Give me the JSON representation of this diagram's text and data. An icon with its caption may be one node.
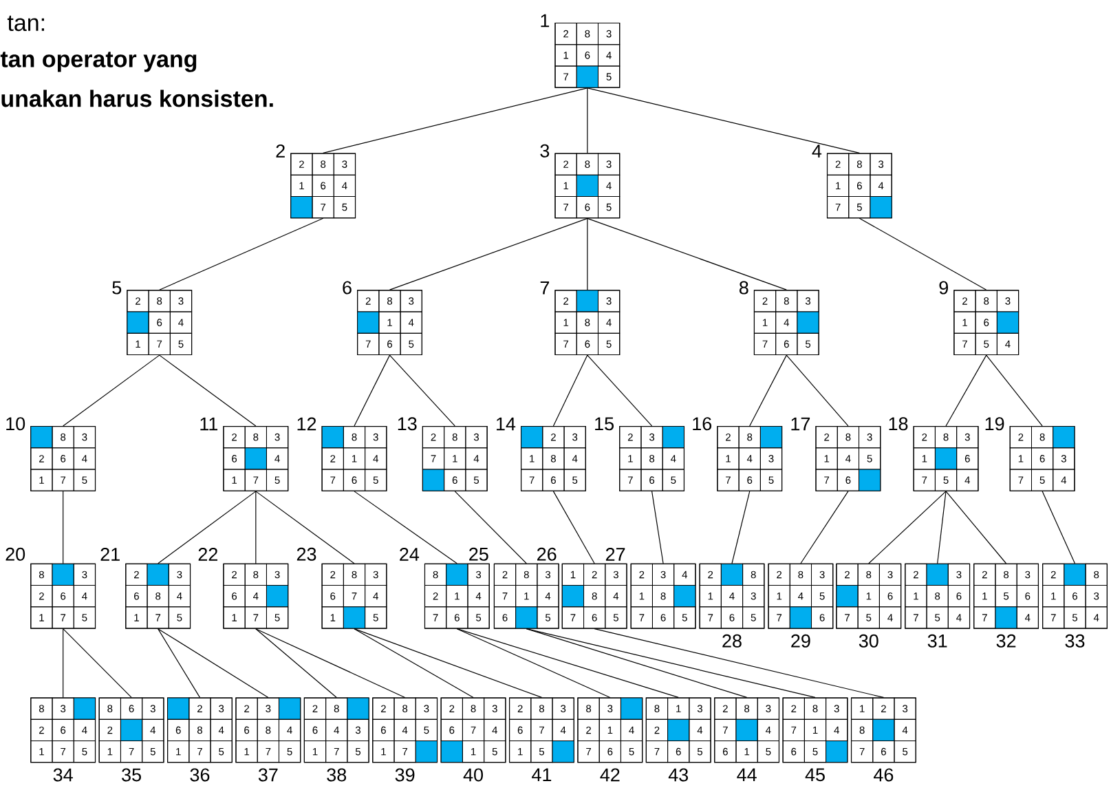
{
  "diagram": {
    "nodes": [
      {
        "text": [
          "1"
        ]
      },
      {
        "text": [
          "2"
        ],
        "in": 0
      },
      {
        "text": [
          "8"
        ],
        "in": 0
      },
      {
        "text": [
          "3"
        ],
        "in": 0
      },
      {
        "text": [
          "1"
        ],
        "in": 0
      },
      {
        "text": [
          "6"
        ],
        "in": 0
      },
      {
        "text": [
          "4"
        ],
        "in": 0
      },
      {
        "text": [
          "7"
        ],
        "in": 0
      },
      {
        "text": [],
        "shape": "box",
        "in": 0
      },
      {
        "text": [
          "5"
        ],
        "in": 0
      },
      {
        "text": [
          "2"
        ]
      },
      {
        "text": [
          "2"
        ],
        "in": 10
      },
      {
        "text": [
          "8"
        ],
        "in": 10
      },
      {
        "text": [
          "3"
        ],
        "in": 10
      },
      {
        "text": [
          "1"
        ],
        "in": 10
      },
      {
        "text": [
          "6"
        ],
        "in": 10
      },
      {
        "text": [
          "4"
        ],
        "in": 10
      },
      {
        "text": [],
        "shape": "box",
        "in": 10
      },
      {
        "text": [
          "7"
        ],
        "in": 10
      },
      {
        "text": [
          "5"
        ],
        "in": 10
      },
      {
        "text": [
          "3"
        ]
      },
      {
        "text": [
          "2"
        ],
        "in": 20
      },
      {
        "text": [
          "8"
        ],
        "in": 20
      },
      {
        "text": [
          "3"
        ],
        "in": 20
      },
      {
        "text": [
          "1"
        ],
        "in": 20
      },
      {
        "text": [],
        "shape": "box",
        "in": 20
      },
      {
        "text": [
          "4"
        ],
        "in": 20
      },
      {
        "text": [
          "7"
        ],
        "in": 20
      },
      {
        "text": [
          "6"
        ],
        "in": 20
      },
      {
        "text": [
          "5"
        ],
        "in": 20
      },
      {
        "text": [
          "4"
        ]
      },
      {
        "text": [
          "2"
        ],
        "in": 30
      },
      {
        "text": [
          "8"
        ],
        "in": 30
      },
      {
        "text": [
          "3"
        ],
        "in": 30
      },
      {
        "text": [
          "1"
        ],
        "in": 30
      },
      {
        "text": [
          "6"
        ],
        "in": 30
      },
      {
        "text": [
          "4"
        ],
        "in": 30
      },
      {
        "text": [
          "7"
        ],
        "in": 30
      },
      {
        "text": [
          "5"
        ],
        "in": 30
      },
      {
        "text": [],
        "shape": "box",
        "in": 30
      },
      {
        "text": [
          "5"
        ]
      },
      {
        "text": [
          "2"
        ],
        "in": 40
      },
      {
        "text": [
          "8"
        ],
        "in": 40
      },
      {
        "text": [
          "3"
        ],
        "in": 40
      },
      {
        "text": [],
        "shape": "box",
        "in": 40
      },
      {
        "text": [
          "6"
        ],
        "in": 40
      },
      {
        "text": [
          "4"
        ],
        "in": 40
      },
      {
        "text": [
          "1"
        ],
        "in": 40
      },
      {
        "text": [
          "7"
        ],
        "in": 40
      },
      {
        "text": [
          "5"
        ],
        "in": 40
      },
      {
        "text": [
          "6"
        ]
      },
      {
        "text": [
          "2"
        ],
        "in": 50
      },
      {
        "text": [
          "8"
        ],
        "in": 50
      },
      {
        "text": [
          "3"
        ],
        "in": 50
      },
      {
        "text": [],
        "shape": "box",
        "in": 50
      },
      {
        "text": [
          "1"
        ],
        "in": 50
      },
      {
        "text": [
          "4"
        ],
        "in": 50
      },
      {
        "text": [
          "7"
        ],
        "in": 50
      },
      {
        "text": [
          "6"
        ],
        "in": 50
      },
      {
        "text": [
          "5"
        ],
        "in": 50
      },
      {
        "text": [
          "7"
        ]
      },
      {
        "text": [
          "2"
        ],
        "in": 60
      },
      {
        "text": [],
        "shape": "box",
        "in": 60
      },
      {
        "text": [
          "3"
        ],
        "in": 60
      },
      {
        "text": [
          "1"
        ],
        "in": 60
      },
      {
        "text": [
          "8"
        ],
        "in": 60
      },
      {
        "text": [
          "4"
        ],
        "in": 60
      },
      {
        "text": [
          "7"
        ],
        "in": 60
      },
      {
        "text": [
          "6"
        ],
        "in": 60
      },
      {
        "text": [
          "5"
        ],
        "in": 60
      },
      {
        "text": [
          "8"
        ]
      },
      {
        "text": [
          "2"
        ],
        "in": 70
      },
      {
        "text": [
          "8"
        ],
        "in": 70
      },
      {
        "text": [
          "3"
        ],
        "in": 70
      },
      {
        "text": [
          "1"
        ],
        "in": 70
      },
      {
        "text": [
          "4"
        ],
        "in": 70
      },
      {
        "text": [],
        "shape": "box",
        "in": 70
      },
      {
        "text": [
          "7"
        ],
        "in": 70
      },
      {
        "text": [
          "6"
        ],
        "in": 70
      },
      {
        "text": [
          "5"
        ],
        "in": 70
      },
      {
        "text": [
          "9"
        ]
      },
      {
        "text": [
          "2"
        ],
        "in": 80
      },
      {
        "text": [
          "8"
        ],
        "in": 80
      },
      {
        "text": [
          "3"
        ],
        "in": 80
      },
      {
        "text": [
          "1"
        ],
        "in": 80
      },
      {
        "text": [
          "6"
        ],
        "in": 80
      },
      {
        "text": [],
        "shape": "box",
        "in": 80
      },
      {
        "text": [
          "7"
        ],
        "in": 80
      },
      {
        "text": [
          "5"
        ],
        "in": 80
      },
      {
        "text": [
          "4"
        ],
        "in": 80
      },
      {
        "text": [
          "10"
        ]
      },
      {
        "text": [],
        "shape": "box",
        "in": 90
      },
      {
        "text": [
          "8"
        ],
        "in": 90
      },
      {
        "text": [
          "3"
        ],
        "in": 90
      },
      {
        "text": [
          "2"
        ],
        "in": 90
      },
      {
        "text": [
          "6"
        ],
        "in": 90
      },
      {
        "text": [
          "4"
        ],
        "in": 90
      },
      {
        "text": [
          "1"
        ],
        "in": 90
      },
      {
        "text": [
          "7"
        ],
        "in": 90
      },
      {
        "text": [
          "5"
        ],
        "in": 90
      },
      {
        "text": [
          "11"
        ]
      },
      {
        "text": [
          "2"
        ],
        "in": 100
      },
      {
        "text": [
          "8"
        ],
        "in": 100
      },
      {
        "text": [
          "3"
        ],
        "in": 100
      },
      {
        "text": [
          "6"
        ],
        "in": 100
      },
      {
        "text": [],
        "shape": "box",
        "in": 100
      },
      {
        "text": [
          "4"
        ],
        "in": 100
      },
      {
        "text": [
          "1"
        ],
        "in": 100
      },
      {
        "text": [
          "7"
        ],
        "in": 100
      },
      {
        "text": [
          "5"
        ],
        "in": 100
      },
      {
        "text": [
          "12"
        ]
      },
      {
        "text": [],
        "shape": "box",
        "in": 110
      },
      {
        "text": [
          "8"
        ],
        "in": 110
      },
      {
        "text": [
          "3"
        ],
        "in": 110
      },
      {
        "text": [
          "2"
        ],
        "in": 110
      },
      {
        "text": [
          "1"
        ],
        "in": 110
      },
      {
        "text": [
          "4"
        ],
        "in": 110
      },
      {
        "text": [
          "7"
        ],
        "in": 110
      },
      {
        "text": [
          "6"
        ],
        "in": 110
      },
      {
        "text": [
          "5"
        ],
        "in": 110
      },
      {
        "text": [
          "13"
        ]
      },
      {
        "text": [
          "2"
        ],
        "in": 120
      },
      {
        "text": [
          "8"
        ],
        "in": 120
      },
      {
        "text": [
          "3"
        ],
        "in": 120
      },
      {
        "text": [
          "7"
        ],
        "in": 120
      },
      {
        "text": [
          "1"
        ],
        "in": 120
      },
      {
        "text": [
          "4"
        ],
        "in": 120
      },
      {
        "text": [],
        "shape": "box",
        "in": 120
      },
      {
        "text": [
          "6"
        ],
        "in": 120
      },
      {
        "text": [
          "5"
        ],
        "in": 120
      },
      {
        "text": [
          "14"
        ]
      },
      {
        "text": [],
        "shape": "box",
        "in": 130
      },
      {
        "text": [
          "2"
        ],
        "in": 130
      },
      {
        "text": [
          "3"
        ],
        "in": 130
      },
      {
        "text": [
          "1"
        ],
        "in": 130
      },
      {
        "text": [
          "8"
        ],
        "in": 130
      },
      {
        "text": [
          "4"
        ],
        "in": 130
      },
      {
        "text": [
          "7"
        ],
        "in": 130
      },
      {
        "text": [
          "6"
        ],
        "in": 130
      },
      {
        "text": [
          "5"
        ],
        "in": 130
      },
      {
        "text": [
          "15"
        ]
      },
      {
        "text": [
          "2"
        ],
        "in": 140
      },
      {
        "text": [
          "3"
        ],
        "in": 140
      },
      {
        "text": [],
        "shape": "box",
        "in": 140
      },
      {
        "text": [
          "1"
        ],
        "in": 140
      },
      {
        "text": [
          "8"
        ],
        "in": 140
      },
      {
        "text": [
          "4"
        ],
        "in": 140
      },
      {
        "text": [
          "7"
        ],
        "in": 140
      },
      {
        "text": [
          "6"
        ],
        "in": 140
      },
      {
        "text": [
          "5"
        ],
        "in": 140
      },
      {
        "text": [
          "16"
        ]
      },
      {
        "text": [
          "2"
        ],
        "in": 150
      },
      {
        "text": [
          "8"
        ],
        "in": 150
      },
      {
        "text": [],
        "shape": "box",
        "in": 150
      },
      {
        "text": [
          "1"
        ],
        "in": 150
      },
      {
        "text": [
          "4"
        ],
        "in": 150
      },
      {
        "text": [
          "3"
        ],
        "in": 150
      },
      {
        "text": [
          "7"
        ],
        "in": 150
      },
      {
        "text": [
          "6"
        ],
        "in": 150
      },
      {
        "text": [
          "5"
        ],
        "in": 150
      },
      {
        "text": [
          "17"
        ]
      },
      {
        "text": [
          "2"
        ],
        "in": 160
      },
      {
        "text": [
          "8"
        ],
        "in": 160
      },
      {
        "text": [
          "3"
        ],
        "in": 160
      },
      {
        "text": [
          "1"
        ],
        "in": 160
      },
      {
        "text": [
          "4"
        ],
        "in": 160
      },
      {
        "text": [
          "5"
        ],
        "in": 160
      },
      {
        "text": [
          "7"
        ],
        "in": 160
      },
      {
        "text": [
          "6"
        ],
        "in": 160
      },
      {
        "text": [],
        "shape": "box",
        "in": 160
      },
      {
        "text": [
          "18"
        ]
      },
      {
        "text": [
          "2"
        ],
        "in": 170
      },
      {
        "text": [
          "8"
        ],
        "in": 170
      },
      {
        "text": [
          "3"
        ],
        "in": 170
      },
      {
        "text": [
          "1"
        ],
        "in": 170
      },
      {
        "text": [],
        "shape": "box",
        "in": 170
      },
      {
        "text": [
          "6"
        ],
        "in": 170
      },
      {
        "text": [
          "7"
        ],
        "in": 170
      },
      {
        "text": [
          "5"
        ],
        "in": 170
      },
      {
        "text": [
          "4"
        ],
        "in": 170
      },
      {
        "text": [
          "19"
        ]
      },
      {
        "text": [
          "2"
        ],
        "in": 180
      },
      {
        "text": [
          "8"
        ],
        "in": 180
      },
      {
        "text": [],
        "shape": "box",
        "in": 180
      },
      {
        "text": [
          "1"
        ],
        "in": 180
      },
      {
        "text": [
          "6"
        ],
        "in": 180
      },
      {
        "text": [
          "3"
        ],
        "in": 180
      },
      {
        "text": [
          "7"
        ],
        "in": 180
      },
      {
        "text": [
          "5"
        ],
        "in": 180
      },
      {
        "text": [
          "4"
        ],
        "in": 180
      },
      {
        "text": [
          "20"
        ]
      },
      {
        "text": [
          "8"
        ],
        "in": 190
      },
      {
        "text": [],
        "shape": "box",
        "in": 190
      },
      {
        "text": [
          "3"
        ],
        "in": 190
      },
      {
        "text": [
          "2"
        ],
        "in": 190
      },
      {
        "text": [
          "6"
        ],
        "in": 190
      },
      {
        "text": [
          "4"
        ],
        "in": 190
      },
      {
        "text": [
          "1"
        ],
        "in": 190
      },
      {
        "text": [
          "7"
        ],
        "in": 190
      },
      {
        "text": [
          "5"
        ],
        "in": 190
      },
      {
        "text": [
          "21"
        ]
      },
      {
        "text": [
          "2"
        ],
        "in": 200
      },
      {
        "text": [],
        "shape": "box",
        "in": 200
      },
      {
        "text": [
          "3"
        ],
        "in": 200
      },
      {
        "text": [
          "6"
        ],
        "in": 200
      },
      {
        "text": [
          "8"
        ],
        "in": 200
      },
      {
        "text": [
          "4"
        ],
        "in": 200
      },
      {
        "text": [
          "1"
        ],
        "in": 200
      },
      {
        "text": [
          "7"
        ],
        "in": 200
      },
      {
        "text": [
          "5"
        ],
        "in": 200
      },
      {
        "text": [
          "22"
        ]
      },
      {
        "text": [
          "2"
        ],
        "in": 210
      },
      {
        "text": [
          "8"
        ],
        "in": 210
      },
      {
        "text": [
          "3"
        ],
        "in": 210
      },
      {
        "text": [
          "6"
        ],
        "in": 210
      },
      {
        "text": [
          "4"
        ],
        "in": 210
      },
      {
        "text": [],
        "shape": "box",
        "in": 210
      },
      {
        "text": [
          "1"
        ],
        "in": 210
      },
      {
        "text": [
          "7"
        ],
        "in": 210
      },
      {
        "text": [
          "5"
        ],
        "in": 210
      },
      {
        "text": [
          "23"
        ]
      },
      {
        "text": [
          "2"
        ],
        "in": 220
      },
      {
        "text": [
          "8"
        ],
        "in": 220
      },
      {
        "text": [
          "3"
        ],
        "in": 220
      },
      {
        "text": [
          "6"
        ],
        "in": 220
      },
      {
        "text": [
          "7"
        ],
        "in": 220
      },
      {
        "text": [
          "4"
        ],
        "in": 220
      },
      {
        "text": [
          "1"
        ],
        "in": 220
      },
      {
        "text": [],
        "shape": "box",
        "in": 220
      },
      {
        "text": [
          "5"
        ],
        "in": 220
      },
      {
        "text": [
          "24"
        ]
      },
      {
        "text": [
          "8"
        ],
        "in": 230
      },
      {
        "text": [],
        "shape": "box",
        "in": 230
      },
      {
        "text": [
          "3"
        ],
        "in": 230
      },
      {
        "text": [
          "2"
        ],
        "in": 230
      },
      {
        "text": [
          "1"
        ],
        "in": 230
      },
      {
        "text": [
          "4"
        ],
        "in": 230
      },
      {
        "text": [
          "7"
        ],
        "in": 230
      },
      {
        "text": [
          "6"
        ],
        "in": 230
      },
      {
        "text": [
          "5"
        ],
        "in": 230
      },
      {
        "text": [
          "25"
        ]
      },
      {
        "text": [
          "2"
        ],
        "in": 240
      },
      {
        "text": [
          "8"
        ],
        "in": 240
      },
      {
        "text": [
          "3"
        ],
        "in": 240
      },
      {
        "text": [
          "7"
        ],
        "in": 240
      },
      {
        "text": [
          "1"
        ],
        "in": 240
      },
      {
        "text": [
          "4"
        ],
        "in": 240
      },
      {
        "text": [
          "6"
        ],
        "in": 240
      },
      {
        "text": [],
        "shape": "box",
        "in": 240
      },
      {
        "text": [
          "5"
        ],
        "in": 240
      },
      {
        "text": [
          "26"
        ]
      },
      {
        "text": [
          "1"
        ],
        "in": 250
      },
      {
        "text": [
          "2"
        ],
        "in": 250
      },
      {
        "text": [
          "3"
        ],
        "in": 250
      },
      {
        "text": [],
        "shape": "box",
        "in": 250
      },
      {
        "text": [
          "8"
        ],
        "in": 250
      },
      {
        "text": [
          "4"
        ],
        "in": 250
      },
      {
        "text": [
          "7"
        ],
        "in": 250
      },
      {
        "text": [
          "6"
        ],
        "in": 250
      },
      {
        "text": [
          "5"
        ],
        "in": 250
      },
      {
        "text": [
          "27"
        ]
      },
      {
        "text": [
          "2"
        ],
        "in": 260
      },
      {
        "text": [
          "3"
        ],
        "in": 260
      },
      {
        "text": [
          "4"
        ],
        "in": 260
      },
      {
        "text": [
          "1"
        ],
        "in": 260
      },
      {
        "text": [
          "8"
        ],
        "in": 260
      },
      {
        "text": [],
        "shape": "box",
        "in": 260
      },
      {
        "text": [
          "7"
        ],
        "in": 260
      },
      {
        "text": [
          "6"
        ],
        "in": 260
      },
      {
        "text": [
          "5"
        ],
        "in": 260
      },
      {
        "text": [
          "28"
        ]
      },
      {
        "text": [
          "2"
        ],
        "in": 270
      },
      {
        "text": [],
        "shape": "box",
        "in": 270
      },
      {
        "text": [
          "8"
        ],
        "in": 270
      },
      {
        "text": [
          "1"
        ],
        "in": 270
      },
      {
        "text": [
          "4"
        ],
        "in": 270
      },
      {
        "text": [
          "3"
        ],
        "in": 270
      },
      {
        "text": [
          "7"
        ],
        "in": 270
      },
      {
        "text": [
          "6"
        ],
        "in": 270
      },
      {
        "text": [
          "5"
        ],
        "in": 270
      },
      {
        "text": [
          "29"
        ]
      },
      {
        "text": [
          "2"
        ],
        "in": 280
      },
      {
        "text": [
          "8"
        ],
        "in": 280
      },
      {
        "text": [
          "3"
        ],
        "in": 280
      },
      {
        "text": [
          "1"
        ],
        "in": 280
      },
      {
        "text": [
          "4"
        ],
        "in": 280
      },
      {
        "text": [
          "5"
        ],
        "in": 280
      },
      {
        "text": [
          "7"
        ],
        "in": 280
      },
      {
        "text": [],
        "shape": "box",
        "in": 280
      },
      {
        "text": [
          "6"
        ],
        "in": 280
      },
      {
        "text": [
          "30"
        ]
      },
      {
        "text": [
          "2"
        ],
        "in": 290
      },
      {
        "text": [
          "8"
        ],
        "in": 290
      },
      {
        "text": [
          "3"
        ],
        "in": 290
      },
      {
        "text": [],
        "shape": "box",
        "in": 290
      },
      {
        "text": [
          "1"
        ],
        "in": 290
      },
      {
        "text": [
          "6"
        ],
        "in": 290
      },
      {
        "text": [
          "7"
        ],
        "in": 290
      },
      {
        "text": [
          "5"
        ],
        "in": 290
      },
      {
        "text": [
          "4"
        ],
        "in": 290
      },
      {
        "text": [
          "31"
        ]
      },
      {
        "text": [
          "2"
        ],
        "in": 300
      },
      {
        "text": [],
        "shape": "box",
        "in": 300
      },
      {
        "text": [
          "3"
        ],
        "in": 300
      },
      {
        "text": [
          "1"
        ],
        "in": 300
      },
      {
        "text": [
          "8"
        ],
        "in": 300
      },
      {
        "text": [
          "6"
        ],
        "in": 300
      },
      {
        "text": [
          "7"
        ],
        "in": 300
      },
      {
        "text": [
          "5"
        ],
        "in": 300
      },
      {
        "text": [
          "4"
        ],
        "in": 300
      },
      {
        "text": [
          "32"
        ]
      },
      {
        "text": [
          "2"
        ],
        "in": 310
      },
      {
        "text": [
          "8"
        ],
        "in": 310
      },
      {
        "text": [
          "3"
        ],
        "in": 310
      },
      {
        "text": [
          "1"
        ],
        "in": 310
      },
      {
        "text": [
          "5"
        ],
        "in": 310
      },
      {
        "text": [
          "6"
        ],
        "in": 310
      },
      {
        "text": [
          "7"
        ],
        "in": 310
      },
      {
        "text": [],
        "shape": "box",
        "in": 310
      },
      {
        "text": [
          "4"
        ],
        "in": 310
      },
      {
        "text": [
          "33"
        ]
      },
      {
        "text": [
          "2"
        ],
        "in": 320
      },
      {
        "text": [],
        "shape": "box",
        "in": 320
      },
      {
        "text": [
          "8"
        ],
        "in": 320
      },
      {
        "text": [
          "1"
        ],
        "in": 320
      },
      {
        "text": [
          "6"
        ],
        "in": 320
      },
      {
        "text": [
          "3"
        ],
        "in": 320
      },
      {
        "text": [
          "7"
        ],
        "in": 320
      },
      {
        "text": [
          "5"
        ],
        "in": 320
      },
      {
        "text": [
          "4"
        ],
        "in": 320
      },
      {
        "text": [
          "34"
        ]
      },
      {
        "text": [
          "8"
        ],
        "in": 330
      },
      {
        "text": [
          "3"
        ],
        "in": 330
      },
      {
        "text": [],
        "shape": "box",
        "in": 330
      },
      {
        "text": [
          "2"
        ],
        "in": 330
      },
      {
        "text": [
          "6"
        ],
        "in": 330
      },
      {
        "text": [
          "4"
        ],
        "in": 330
      },
      {
        "text": [
          "1"
        ],
        "in": 330
      },
      {
        "text": [
          "7"
        ],
        "in": 330
      },
      {
        "text": [
          "5"
        ],
        "in": 330
      },
      {
        "text": [
          "35"
        ]
      },
      {
        "text": [
          "8"
        ],
        "in": 340
      },
      {
        "text": [
          "6"
        ],
        "in": 340
      },
      {
        "text": [
          "3"
        ],
        "in": 340
      },
      {
        "text": [
          "2"
        ],
        "in": 340
      },
      {
        "text": [],
        "shape": "box",
        "in": 340
      },
      {
        "text": [
          "4"
        ],
        "in": 340
      },
      {
        "text": [
          "1"
        ],
        "in": 340
      },
      {
        "text": [
          "7"
        ],
        "in": 340
      },
      {
        "text": [
          "5"
        ],
        "in": 340
      },
      {
        "text": [
          "36"
        ]
      },
      {
        "text": [],
        "shape": "box",
        "in": 350
      },
      {
        "text": [
          "2"
        ],
        "in": 350
      },
      {
        "text": [
          "3"
        ],
        "in": 350
      },
      {
        "text": [
          "6"
        ],
        "in": 350
      },
      {
        "text": [
          "8"
        ],
        "in": 350
      },
      {
        "text": [
          "4"
        ],
        "in": 350
      },
      {
        "text": [
          "1"
        ],
        "in": 350
      },
      {
        "text": [
          "7"
        ],
        "in": 350
      },
      {
        "text": [
          "5"
        ],
        "in": 350
      },
      {
        "text": [
          "37"
        ]
      },
      {
        "text": [
          "2"
        ],
        "in": 360
      },
      {
        "text": [
          "3"
        ],
        "in": 360
      },
      {
        "text": [],
        "shape": "box",
        "in": 360
      },
      {
        "text": [
          "6"
        ],
        "in": 360
      },
      {
        "text": [
          "8"
        ],
        "in": 360
      },
      {
        "text": [
          "4"
        ],
        "in": 360
      },
      {
        "text": [
          "1"
        ],
        "in": 360
      },
      {
        "text": [
          "7"
        ],
        "in": 360
      },
      {
        "text": [
          "5"
        ],
        "in": 360
      },
      {
        "text": [
          "38"
        ]
      },
      {
        "text": [
          "2"
        ],
        "in": 370
      },
      {
        "text": [
          "8"
        ],
        "in": 370
      },
      {
        "text": [],
        "shape": "box",
        "in": 370
      },
      {
        "text": [
          "6"
        ],
        "in": 370
      },
      {
        "text": [
          "4"
        ],
        "in": 370
      },
      {
        "text": [
          "3"
        ],
        "in": 370
      },
      {
        "text": [
          "1"
        ],
        "in": 370
      },
      {
        "text": [
          "7"
        ],
        "in": 370
      },
      {
        "text": [
          "5"
        ],
        "in": 370
      },
      {
        "text": [
          "39"
        ]
      },
      {
        "text": [
          "2"
        ],
        "in": 380
      },
      {
        "text": [
          "8"
        ],
        "in": 380
      },
      {
        "text": [
          "3"
        ],
        "in": 380
      },
      {
        "text": [
          "6"
        ],
        "in": 380
      },
      {
        "text": [
          "4"
        ],
        "in": 380
      },
      {
        "text": [
          "5"
        ],
        "in": 380
      },
      {
        "text": [
          "1"
        ],
        "in": 380
      },
      {
        "text": [
          "7"
        ],
        "in": 380
      },
      {
        "text": [],
        "shape": "box",
        "in": 380
      },
      {
        "text": [
          "40"
        ]
      },
      {
        "text": [
          "2"
        ],
        "in": 390
      },
      {
        "text": [
          "8"
        ],
        "in": 390
      },
      {
        "text": [
          "3"
        ],
        "in": 390
      },
      {
        "text": [
          "6"
        ],
        "in": 390
      },
      {
        "text": [
          "7"
        ],
        "in": 390
      },
      {
        "text": [
          "4"
        ],
        "in": 390
      },
      {
        "text": [],
        "shape": "box",
        "in": 390
      },
      {
        "text": [
          "1"
        ],
        "in": 390
      },
      {
        "text": [
          "5"
        ],
        "in": 390
      },
      {
        "text": [
          "41"
        ]
      },
      {
        "text": [
          "2"
        ],
        "in": 400
      },
      {
        "text": [
          "8"
        ],
        "in": 400
      },
      {
        "text": [
          "3"
        ],
        "in": 400
      },
      {
        "text": [
          "6"
        ],
        "in": 400
      },
      {
        "text": [
          "7"
        ],
        "in": 400
      },
      {
        "text": [
          "4"
        ],
        "in": 400
      },
      {
        "text": [
          "1"
        ],
        "in": 400
      },
      {
        "text": [
          "5"
        ],
        "in": 400
      },
      {
        "text": [],
        "shape": "box",
        "in": 400
      },
      {
        "text": [
          "42"
        ]
      },
      {
        "text": [
          "8"
        ],
        "in": 410
      },
      {
        "text": [
          "3"
        ],
        "in": 410
      },
      {
        "text": [],
        "shape": "box",
        "in": 410
      },
      {
        "text": [
          "2"
        ],
        "in": 410
      },
      {
        "text": [
          "1"
        ],
        "in": 410
      },
      {
        "text": [
          "4"
        ],
        "in": 410
      },
      {
        "text": [
          "7"
        ],
        "in": 410
      },
      {
        "text": [
          "6"
        ],
        "in": 410
      },
      {
        "text": [
          "5"
        ],
        "in": 410
      },
      {
        "text": [
          "43"
        ]
      },
      {
        "text": [
          "8"
        ],
        "in": 420
      },
      {
        "text": [
          "1"
        ],
        "in": 420
      },
      {
        "text": [
          "3"
        ],
        "in": 420
      },
      {
        "text": [
          "2"
        ],
        "in": 420
      },
      {
        "text": [],
        "shape": "box",
        "in": 420
      },
      {
        "text": [
          "4"
        ],
        "in": 420
      },
      {
        "text": [
          "7"
        ],
        "in": 420
      },
      {
        "text": [
          "6"
        ],
        "in": 420
      },
      {
        "text": [
          "5"
        ],
        "in": 420
      },
      {
        "text": [
          "44"
        ]
      },
      {
        "text": [
          "2"
        ],
        "in": 430
      },
      {
        "text": [
          "8"
        ],
        "in": 430
      },
      {
        "text": [
          "3"
        ],
        "in": 430
      },
      {
        "text": [
          "7"
        ],
        "in": 430
      },
      {
        "text": [],
        "shape": "box",
        "in": 430
      },
      {
        "text": [
          "4"
        ],
        "in": 430
      },
      {
        "text": [
          "6"
        ],
        "in": 430
      },
      {
        "text": [
          "1"
        ],
        "in": 430
      },
      {
        "text": [
          "5"
        ],
        "in": 430
      },
      {
        "text": [
          "45"
        ]
      },
      {
        "text": [
          "2"
        ],
        "in": 440
      },
      {
        "text": [
          "8"
        ],
        "in": 440
      },
      {
        "text": [
          "3"
        ],
        "in": 440
      },
      {
        "text": [
          "7"
        ],
        "in": 440
      },
      {
        "text": [
          "1"
        ],
        "in": 440
      },
      {
        "text": [
          "4"
        ],
        "in": 440
      },
      {
        "text": [
          "6"
        ],
        "in": 440
      },
      {
        "text": [
          "5"
        ],
        "in": 440
      },
      {
        "text": [],
        "shape": "box",
        "in": 440
      },
      {
        "text": [
          "46"
        ]
      },
      {
        "text": [
          "1"
        ],
        "in": 450
      },
      {
        "text": [
          "2"
        ],
        "in": 450
      },
      {
        "text": [
          "3"
        ],
        "in": 450
      },
      {
        "text": [
          "8"
        ],
        "in": 450
      },
      {
        "text": [],
        "shape": "box",
        "in": 450
      },
      {
        "text": [
          "4"
        ],
        "in": 450
      },
      {
        "text": [
          "7"
        ],
        "in": 450
      },
      {
        "text": [
          "6"
        ],
        "in": 450
      },
      {
        "text": [
          "5"
        ],
        "in": 450
      }
    ],
    "edges": [
      {
        "from": 0,
        "to": 10,
        "arrow": "none"
      },
      {
        "from": 0,
        "to": 20,
        "arrow": "none"
      },
      {
        "from": 0,
        "to": 30,
        "arrow": "none"
      },
      {
        "from": 10,
        "to": 40,
        "arrow": "none"
      },
      {
        "from": 20,
        "to": 50,
        "arrow": "none"
      },
      {
        "from": 20,
        "to": 60,
        "arrow": "none"
      },
      {
        "from": 20,
        "to": 70,
        "arrow": "none"
      },
      {
        "from": 30,
        "to": 80,
        "arrow": "none"
      },
      {
        "from": 40,
        "to": 90,
        "arrow": "none"
      },
      {
        "from": 40,
        "to": 100,
        "arrow": "none"
      },
      {
        "from": 50,
        "to": 110,
        "arrow": "none"
      },
      {
        "from": 50,
        "to": 120,
        "arrow": "none"
      },
      {
        "from": 60,
        "to": 130,
        "arrow": "none"
      },
      {
        "from": 60,
        "to": 140,
        "arrow": "none"
      },
      {
        "from": 70,
        "to": 150,
        "arrow": "none"
      },
      {
        "from": 70,
        "to": 160,
        "arrow": "none"
      },
      {
        "from": 80,
        "to": 170,
        "arrow": "none"
      },
      {
        "from": 80,
        "to": 180,
        "arrow": "none"
      },
      {
        "from": 90,
        "to": 190,
        "arrow": "none"
      },
      {
        "from": 100,
        "to": 200,
        "arrow": "none"
      },
      {
        "from": 100,
        "to": 210,
        "arrow": "none"
      },
      {
        "from": 100,
        "to": 220,
        "arrow": "none"
      },
      {
        "from": 110,
        "to": 230,
        "arrow": "none"
      },
      {
        "from": 120,
        "to": 240,
        "arrow": "none"
      },
      {
        "from": 130,
        "to": 250,
        "arrow": "none"
      },
      {
        "from": 140,
        "to": 260,
        "arrow": "none"
      },
      {
        "from": 150,
        "to": 270,
        "arrow": "none"
      },
      {
        "from": 160,
        "to": 280,
        "arrow": "none"
      },
      {
        "from": 170,
        "to": 290,
        "arrow": "none"
      },
      {
        "from": 170,
        "to": 300,
        "arrow": "none"
      },
      {
        "from": 170,
        "to": 310,
        "arrow": "none"
      },
      {
        "from": 180,
        "to": 320,
        "arrow": "none"
      },
      {
        "from": 190,
        "to": 330,
        "arrow": "none"
      },
      {
        "from": 190,
        "to": 340,
        "arrow": "none"
      },
      {
        "from": 200,
        "to": 350,
        "arrow": "none"
      },
      {
        "from": 200,
        "to": 360,
        "arrow": "none"
      },
      {
        "from": 210,
        "to": 370,
        "arrow": "none"
      },
      {
        "from": 210,
        "to": 380,
        "arrow": "none"
      },
      {
        "from": 220,
        "to": 390,
        "arrow": "none"
      },
      {
        "from": 220,
        "to": 400,
        "arrow": "none"
      },
      {
        "from": 230,
        "to": 410,
        "arrow": "none"
      },
      {
        "from": 230,
        "to": 420,
        "arrow": "none"
      },
      {
        "from": 240,
        "to": 430,
        "arrow": "none"
      },
      {
        "from": 240,
        "to": 440,
        "arrow": "none"
      },
      {
        "from": 250,
        "to": 450,
        "arrow": "none"
      }
    ],
    "labels": [
      "tan:",
      "tan operator yang",
      "unakan harus konsisten."
    ]
  }
}
